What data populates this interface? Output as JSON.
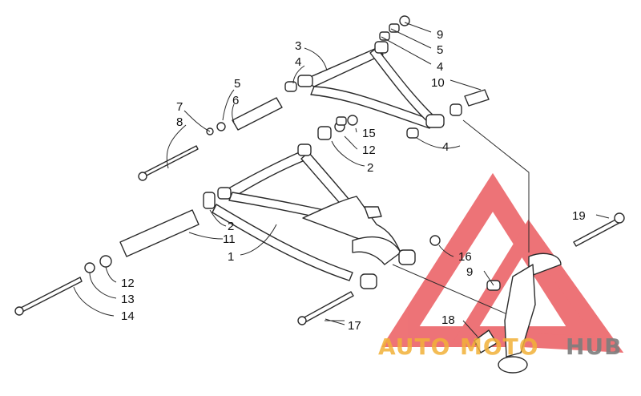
{
  "diagram": {
    "callouts": [
      "1",
      "2",
      "2",
      "3",
      "4",
      "4",
      "4",
      "5",
      "5",
      "6",
      "7",
      "8",
      "9",
      "9",
      "10",
      "11",
      "12",
      "12",
      "13",
      "14",
      "15",
      "16",
      "17",
      "18",
      "19"
    ]
  },
  "labels": {
    "l1": "1",
    "l2a": "2",
    "l2b": "2",
    "l3": "3",
    "l4a": "4",
    "l4b": "4",
    "l4c": "4",
    "l5a": "5",
    "l5b": "5",
    "l6": "6",
    "l7": "7",
    "l8": "8",
    "l9a": "9",
    "l9b": "9",
    "l10": "10",
    "l11": "11",
    "l12a": "12",
    "l12b": "12",
    "l13": "13",
    "l14": "14",
    "l15": "15",
    "l16": "16",
    "l17": "17",
    "l18": "18",
    "l19": "19"
  },
  "watermark": {
    "text_a": "AUTO",
    "text_b": "MOTO",
    "text_c": "HUB",
    "colors": {
      "triangle": "#e8454a",
      "orange": "#f2b138",
      "gray": "#7d7d7d"
    }
  }
}
